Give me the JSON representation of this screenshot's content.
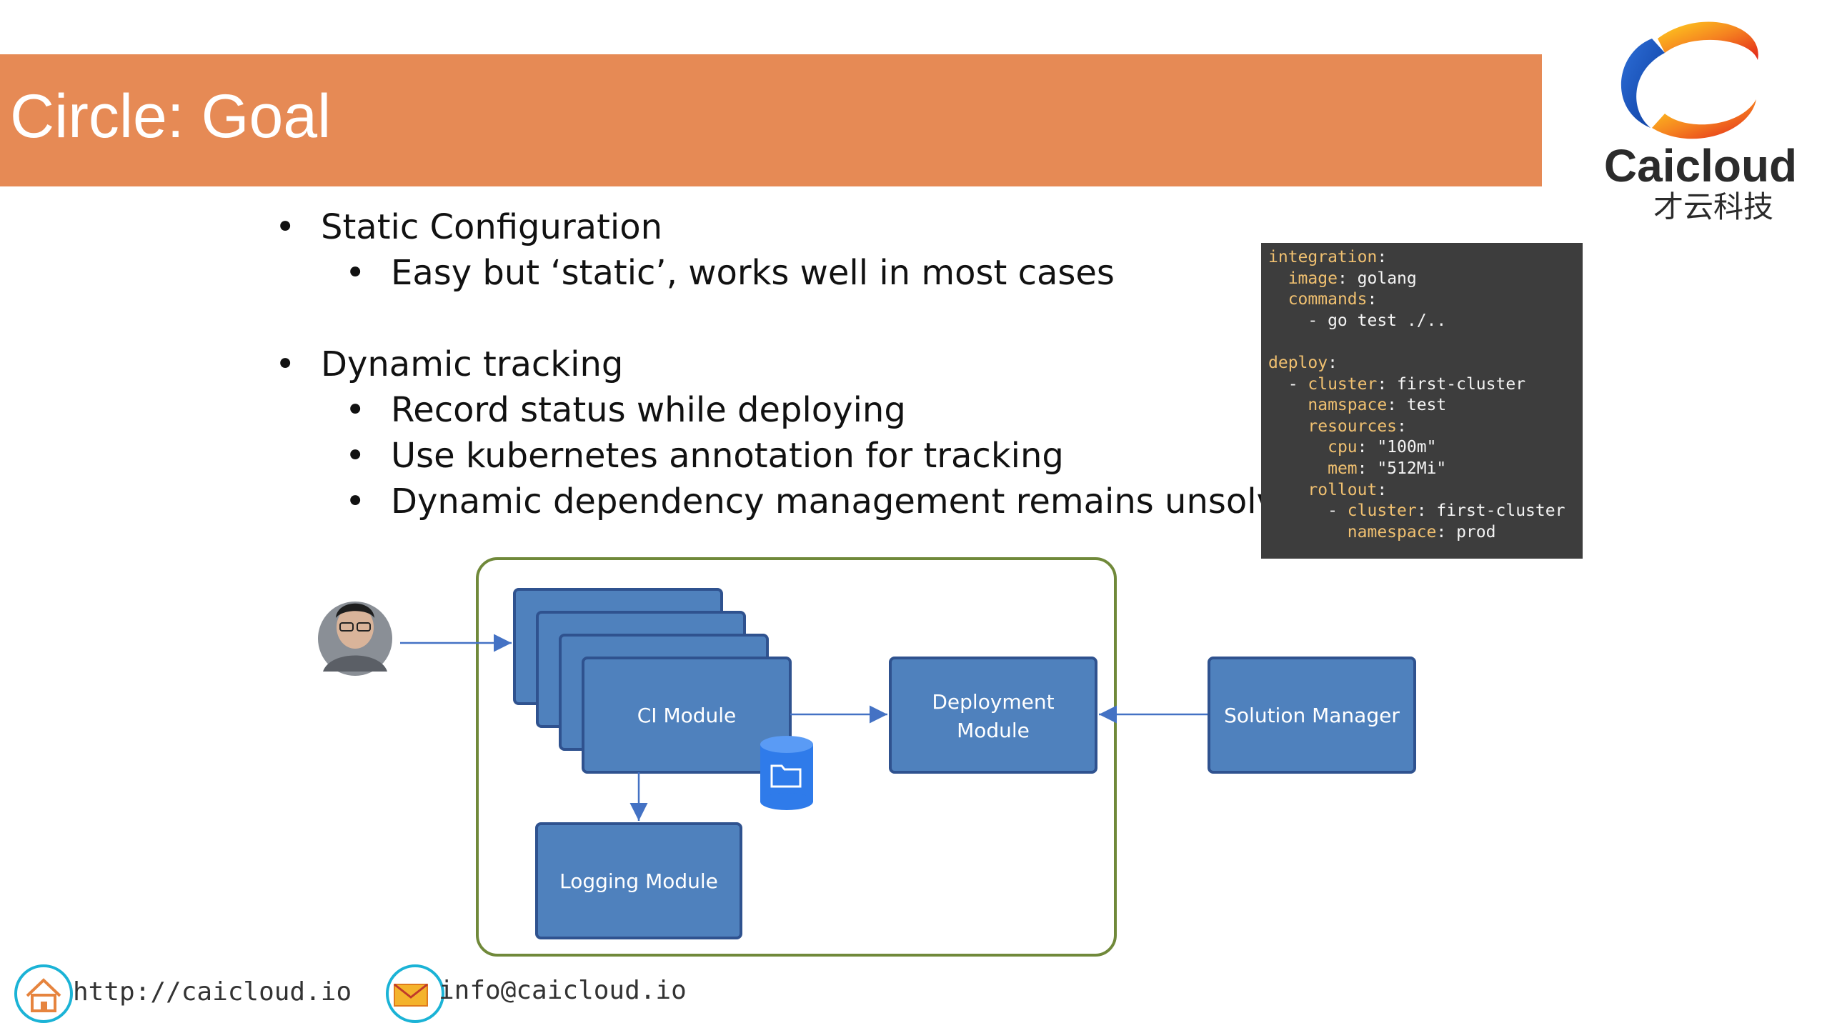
{
  "header": {
    "title": "Circle: Goal"
  },
  "logo": {
    "name": "Caicloud",
    "subtitle": "才云科技"
  },
  "bullets": [
    {
      "label": "Static Configuration",
      "subs": [
        "Easy but ‘static’, works well in most cases"
      ]
    },
    {
      "label": "Dynamic tracking",
      "subs": [
        "Record status while deploying",
        "Use kubernetes annotation for tracking",
        "Dynamic dependency management remains unsolved"
      ]
    }
  ],
  "code": {
    "lines": [
      [
        {
          "k": "integration"
        },
        {
          "t": ":"
        }
      ],
      [
        {
          "t": "  "
        },
        {
          "k": "image"
        },
        {
          "t": ": golang"
        }
      ],
      [
        {
          "t": "  "
        },
        {
          "k": "commands"
        },
        {
          "t": ":"
        }
      ],
      [
        {
          "t": "    - go test ./.."
        }
      ],
      [
        {
          "t": ""
        }
      ],
      [
        {
          "k": "deploy"
        },
        {
          "t": ":"
        }
      ],
      [
        {
          "t": "  - "
        },
        {
          "k": "cluster"
        },
        {
          "t": ": first-cluster"
        }
      ],
      [
        {
          "t": "    "
        },
        {
          "k": "namspace"
        },
        {
          "t": ": test"
        }
      ],
      [
        {
          "t": "    "
        },
        {
          "k": "resources"
        },
        {
          "t": ":"
        }
      ],
      [
        {
          "t": "      "
        },
        {
          "k": "cpu"
        },
        {
          "t": ": \"100m\""
        }
      ],
      [
        {
          "t": "      "
        },
        {
          "k": "mem"
        },
        {
          "t": ": \"512Mi\""
        }
      ],
      [
        {
          "t": "    "
        },
        {
          "k": "rollout"
        },
        {
          "t": ":"
        }
      ],
      [
        {
          "t": "      - "
        },
        {
          "k": "cluster"
        },
        {
          "t": ": first-cluster"
        }
      ],
      [
        {
          "t": "        "
        },
        {
          "k": "namespace"
        },
        {
          "t": ": prod"
        }
      ]
    ]
  },
  "diagram": {
    "ci_label": "CI Module",
    "deploy_label_1": "Deployment",
    "deploy_label_2": "Module",
    "solution_label": "Solution Manager",
    "logging_label": "Logging Module",
    "box_color": "#4F81BD",
    "box_border": "#2F528F",
    "container_border": "#70893A"
  },
  "footer": {
    "website": "http://caicloud.io",
    "email": "info@caicloud.io"
  }
}
